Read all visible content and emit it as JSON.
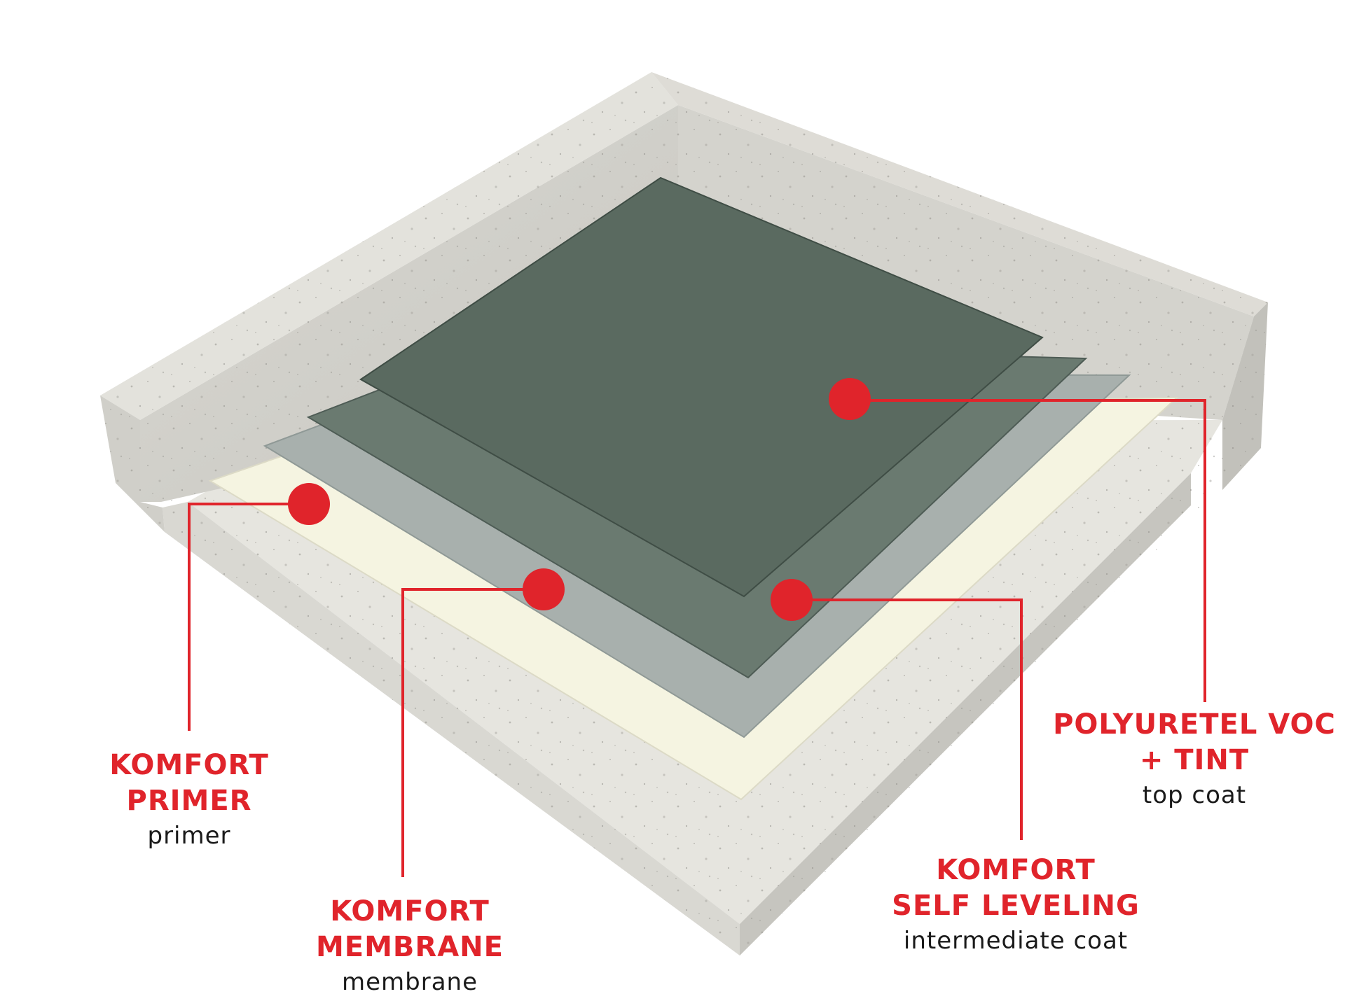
{
  "diagram": {
    "colors": {
      "callout": "#e0242b",
      "concrete_top": "#e5e4de",
      "concrete_side": "#cfcec8",
      "primer_layer": "#f5f4e1",
      "membrane_layer": "#a8b0ad",
      "self_leveling_layer": "#6a7a70",
      "top_coat_layer": "#5a6a60"
    },
    "layers": [
      {
        "id": "primer",
        "name": "KOMFORT\nPRIMER",
        "role": "primer"
      },
      {
        "id": "membrane",
        "name": "KOMFORT\nMEMBRANE",
        "role": "membrane"
      },
      {
        "id": "self_leveling",
        "name": "KOMFORT\nSELF LEVELING",
        "role": "intermediate coat"
      },
      {
        "id": "top_coat",
        "name": "POLYURETEL VOC\n+ TINT",
        "role": "top coat"
      }
    ]
  }
}
